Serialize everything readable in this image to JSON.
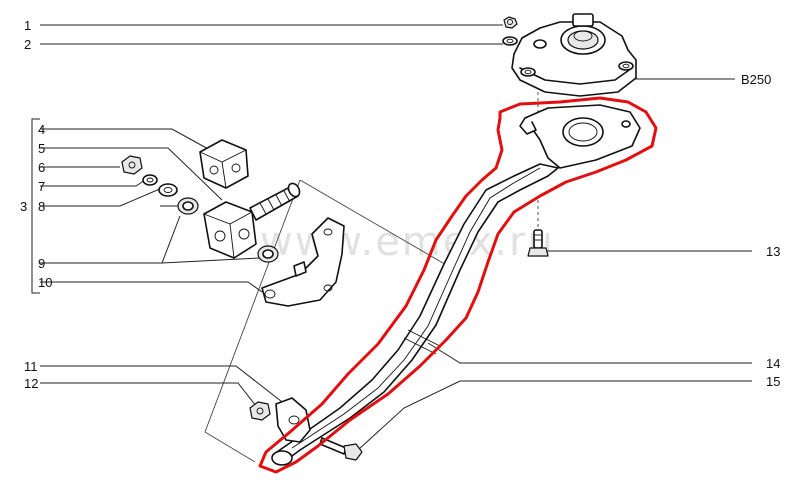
{
  "callouts": {
    "c1": "1",
    "c2": "2",
    "c3": "3",
    "c4": "4",
    "c5": "5",
    "c6": "6",
    "c7": "7",
    "c8": "8",
    "c9": "9",
    "c10": "10",
    "c11": "11",
    "c12": "12",
    "c13": "13",
    "c14": "14",
    "c15": "15",
    "b250": "B250"
  },
  "watermark": "www.emex.ru",
  "colors": {
    "highlight": "#e01010",
    "line": "#111111",
    "watermark": "#c8c8c8"
  }
}
